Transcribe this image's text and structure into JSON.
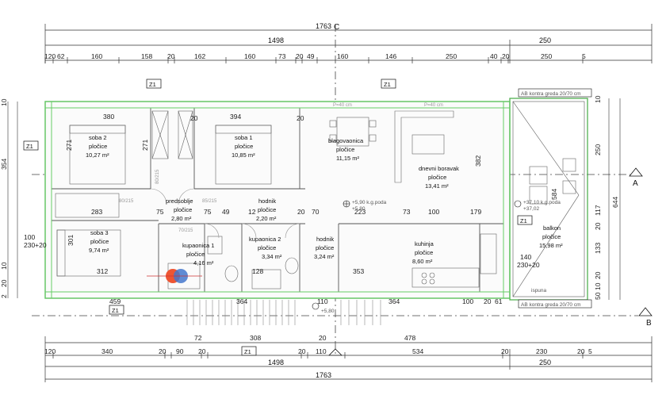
{
  "top_dims": {
    "total": "1763",
    "total_marker": "C",
    "row2": [
      "1498",
      "250"
    ],
    "row3": [
      "120",
      "62",
      "160",
      "158",
      "20",
      "162",
      "160",
      "73",
      "20",
      "49",
      "160",
      "146",
      "250",
      "40",
      "20",
      "250",
      "5"
    ]
  },
  "bottom_dims": {
    "total": "1763",
    "row2": [
      "1498",
      "250"
    ],
    "row3": [
      "120",
      "340",
      "20",
      "90",
      "20",
      "20",
      "110",
      "534",
      "20",
      "230",
      "20",
      "5"
    ],
    "row4": [
      "72",
      "308",
      "20",
      "478"
    ],
    "inner": [
      "459",
      "364",
      "110",
      "364",
      "100",
      "20",
      "61"
    ]
  },
  "left_dims": [
    "100",
    "230+20",
    "354",
    "10",
    "20",
    "10",
    "2"
  ],
  "right_dims": [
    "644",
    "584",
    "250",
    "117",
    "133",
    "20",
    "10",
    "20",
    "10",
    "50"
  ],
  "axes": [
    "A",
    "B",
    "C"
  ],
  "z_labels": [
    "Z1",
    "Z1",
    "Z1",
    "Z1",
    "Z1",
    "Z1"
  ],
  "beam_labels": [
    "AB kontra greda 20/70 cm",
    "AB kontra greda 20/70 cm"
  ],
  "rooms": [
    {
      "name": "soba 2",
      "floor": "pločice",
      "area": "10,27 m²"
    },
    {
      "name": "soba 1",
      "floor": "pločice",
      "area": "10,85 m²"
    },
    {
      "name": "blagovaonica",
      "floor": "pločice",
      "area": "11,15 m²"
    },
    {
      "name": "dnevni boravak",
      "floor": "pločice",
      "area": "13,41 m²"
    },
    {
      "name": "predsoblje",
      "floor": "pločice",
      "area": "2,80 m²"
    },
    {
      "name": "hodnik",
      "floor": "pločice",
      "area": "2,20 m²"
    },
    {
      "name": "soba 3",
      "floor": "pločice",
      "area": "9,74 m²"
    },
    {
      "name": "kupaonica 1",
      "floor": "pločice",
      "area": "4,16 m²"
    },
    {
      "name": "kupaonica 2",
      "floor": "pločice",
      "area": "3,34 m²"
    },
    {
      "name": "hodnik",
      "floor": "pločice",
      "area": "3,24 m²"
    },
    {
      "name": "kuhinja",
      "floor": "pločice",
      "area": "8,60 m²"
    },
    {
      "name": "balkon",
      "floor": "pločice",
      "area": "15,98 m²"
    }
  ],
  "inner_dims": [
    "380",
    "394",
    "271",
    "271",
    "382",
    "283",
    "301",
    "312",
    "353",
    "223",
    "73",
    "100",
    "179",
    "140",
    "230+20",
    "75",
    "75",
    "49",
    "12",
    "20",
    "70",
    "128",
    "20",
    "20"
  ],
  "levels": [
    "+5,90 k.g.poda",
    "+5,80",
    "+37,10 k.g.poda",
    "+37,02",
    "+5,80"
  ],
  "notes": [
    "ispuna",
    "P=40 cm",
    "P=40 cm",
    "80/215",
    "85/215",
    "80/215",
    "70/215"
  ]
}
